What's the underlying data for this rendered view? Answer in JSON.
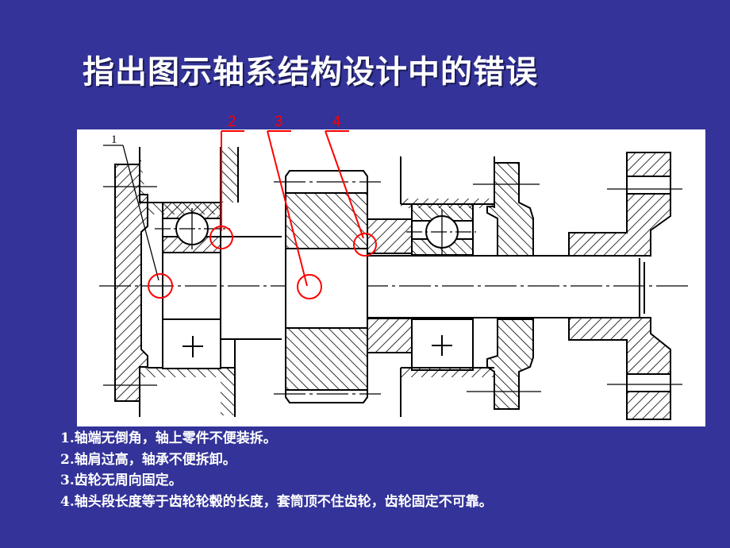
{
  "slide": {
    "title": "指出图示轴系结构设计中的错误",
    "background_color": "#333399",
    "text_color": "#ffffff",
    "accent_color": "#ff0000"
  },
  "diagram": {
    "description": "Shaft system assembly cross-section drawing with bearings, gear, sleeve and end caps",
    "leader_labels": [
      {
        "id": "1",
        "text": "1",
        "color": "#000000"
      },
      {
        "id": "2",
        "text": "2",
        "color": "#ff0000"
      },
      {
        "id": "3",
        "text": "3",
        "color": "#ff0000"
      },
      {
        "id": "4",
        "text": "4",
        "color": "#ff0000"
      }
    ]
  },
  "notes": [
    {
      "num": "1.",
      "text": "轴端无倒角，轴上零件不便装拆。"
    },
    {
      "num": "2.",
      "text": "轴肩过高，轴承不便拆卸。"
    },
    {
      "num": "3.",
      "text": "齿轮无周向固定。"
    },
    {
      "num": "4.",
      "text": "轴头段长度等于齿轮轮毂的长度，套筒顶不住齿轮，齿轮固定不可靠。"
    }
  ]
}
